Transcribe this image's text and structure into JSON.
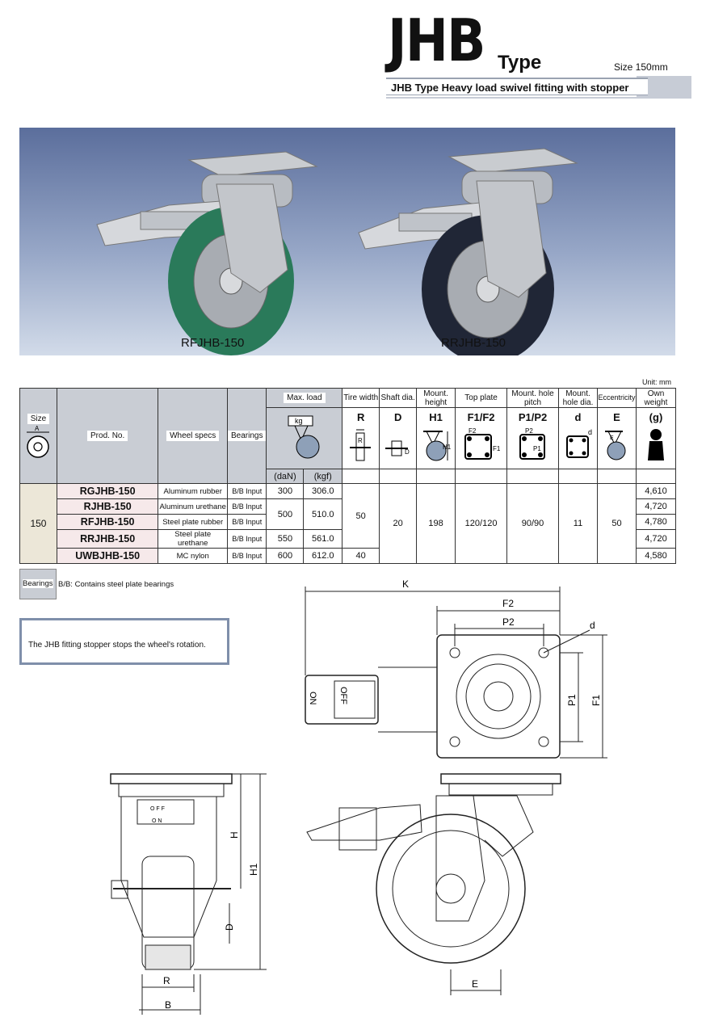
{
  "header": {
    "title": "JHB",
    "type_word": "Type",
    "size": "Size 150mm",
    "subtitle": "JHB Type Heavy load swivel fitting with stopper"
  },
  "photos": [
    {
      "label": "RFJHB-150",
      "wheel_color": "#2a7a5a"
    },
    {
      "label": "RRJHB-150",
      "wheel_color": "#202636"
    }
  ],
  "table": {
    "unit": "Unit: mm",
    "headers": {
      "size": "Size",
      "size_symbol": "A",
      "prod_no": "Prod. No.",
      "wheel_specs": "Wheel specs",
      "bearings": "Bearings",
      "max_load": "Max. load",
      "kg_symbol": "kg",
      "dan": "(daN)",
      "kgf": "(kgf)",
      "tire_width": "Tire width",
      "tire_width_sym": "R",
      "shaft_dia": "Shaft dia.",
      "shaft_dia_sym": "D",
      "mount_height": "Mount. height",
      "mount_height_sym": "H1",
      "top_plate": "Top plate",
      "top_plate_sym": "F1/F2",
      "mount_hole_pitch": "Mount. hole pitch",
      "mount_hole_pitch_sym": "P1/P2",
      "mount_hole_dia": "Mount. hole dia.",
      "mount_hole_dia_sym": "d",
      "eccentricity": "Eccentricity",
      "eccentricity_sym": "E",
      "own_weight": "Own weight",
      "own_weight_sym": "(g)"
    },
    "size_value": "150",
    "rows": [
      {
        "prod": "RGJHB-150",
        "wheel": "Aluminum rubber",
        "bearing": "B/B Input",
        "dan": "300",
        "kgf": "306.0",
        "weight": "4,610"
      },
      {
        "prod": "RJHB-150",
        "wheel": "Aluminum urethane",
        "bearing": "B/B Input",
        "weight": "4,720"
      },
      {
        "prod": "RFJHB-150",
        "wheel": "Steel plate rubber",
        "bearing": "B/B Input",
        "weight": "4,780"
      },
      {
        "prod": "RRJHB-150",
        "wheel": "Steel plate urethane",
        "bearing": "B/B Input",
        "dan": "550",
        "kgf": "561.0",
        "weight": "4,720"
      },
      {
        "prod": "UWBJHB-150",
        "wheel": "MC nylon",
        "bearing": "B/B Input",
        "dan": "600",
        "kgf": "612.0",
        "tire": "40",
        "weight": "4,580"
      }
    ],
    "merged": {
      "dan_2_3": "500",
      "kgf_2_3": "510.0",
      "tire_1_4": "50",
      "shaft": "20",
      "height": "198",
      "top_plate": "120/120",
      "pitch": "90/90",
      "hole": "11",
      "ecc": "50"
    }
  },
  "notes": {
    "bearings_label": "Bearings",
    "bearings_text": "B/B: Contains steel plate bearings",
    "stopper_text": "The JHB fitting stopper stops the wheel's rotation."
  },
  "drawing_labels": {
    "K": "K",
    "F2": "F2",
    "P2": "P2",
    "d": "d",
    "P1": "P1",
    "F1": "F1",
    "ON": "ON",
    "OFF": "OFF",
    "H": "H",
    "H1": "H1",
    "D": "D",
    "R": "R",
    "B": "B",
    "E": "E",
    "small_off": "O F F",
    "small_on": "O N"
  }
}
